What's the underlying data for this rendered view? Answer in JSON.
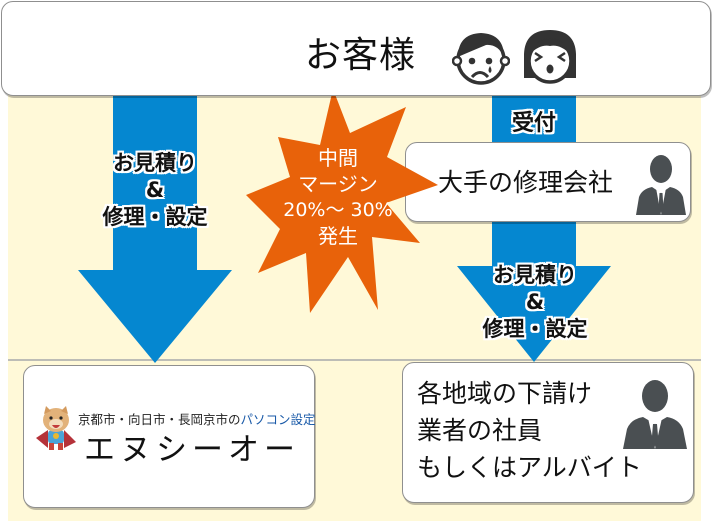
{
  "colors": {
    "background_panel": "#fff9d8",
    "arrow_blue": "#0587d0",
    "starburst_orange": "#e8620a",
    "silhouette": "#4a4f52",
    "face_dark": "#333333",
    "brand_blue": "#1a5aa8"
  },
  "customer": {
    "title": "お客様",
    "icons": [
      "crying-boy-face-icon",
      "distressed-girl-face-icon"
    ]
  },
  "left_flow": {
    "arrow_label_line1": "お見積り",
    "arrow_label_line2": "&",
    "arrow_label_line3": "修理・設定",
    "destination": {
      "tagline_prefix": "京都市・向日市・長岡京市の",
      "tagline_highlight": "パソコン設定",
      "name": "エヌシーオー",
      "mascot": "dog-mascot-icon"
    }
  },
  "right_flow": {
    "intake_label": "受付",
    "major_company": {
      "label": "大手の修理会社",
      "icon": "businessman-silhouette-icon"
    },
    "arrow_label_line1": "お見積り",
    "arrow_label_line2": "&",
    "arrow_label_line3": "修理・設定",
    "subcontractor": {
      "line1": "各地域の下請け",
      "line2": "業者の社員",
      "line3": "もしくはアルバイト",
      "icon": "businessman-silhouette-icon"
    }
  },
  "starburst": {
    "line1": "中間",
    "line2": "マージン",
    "line3": "20%～ 30%",
    "line4": "発生"
  }
}
